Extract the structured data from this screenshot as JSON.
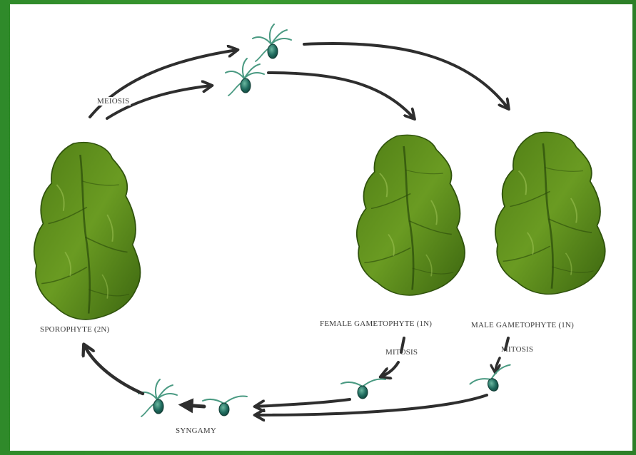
{
  "labels": {
    "meiosis": "MEIOSIS",
    "sporophyte": "SPOROPHYTE (2N)",
    "female_gametophyte": "FEMALE GAMETOPHYTE (1N)",
    "male_gametophyte": "MALE GAMETOPHYTE (1N)",
    "mitosis_female": "MITOSIS",
    "mitosis_male": "MITOSIS",
    "syngamy": "SYNGAMY"
  },
  "colors": {
    "background_green": "#2f8a2a",
    "arrow": "#2e2e2e",
    "leaf_dark": "#3f6a12",
    "leaf_mid": "#5f8f1e",
    "leaf_light": "#88b33a",
    "spore_body": "#1f6b5e",
    "spore_flagella": "#4a9a82"
  },
  "icons": [
    "sea-lettuce-thallus",
    "zoospore-icon",
    "gamete-icon",
    "zygote-icon"
  ]
}
